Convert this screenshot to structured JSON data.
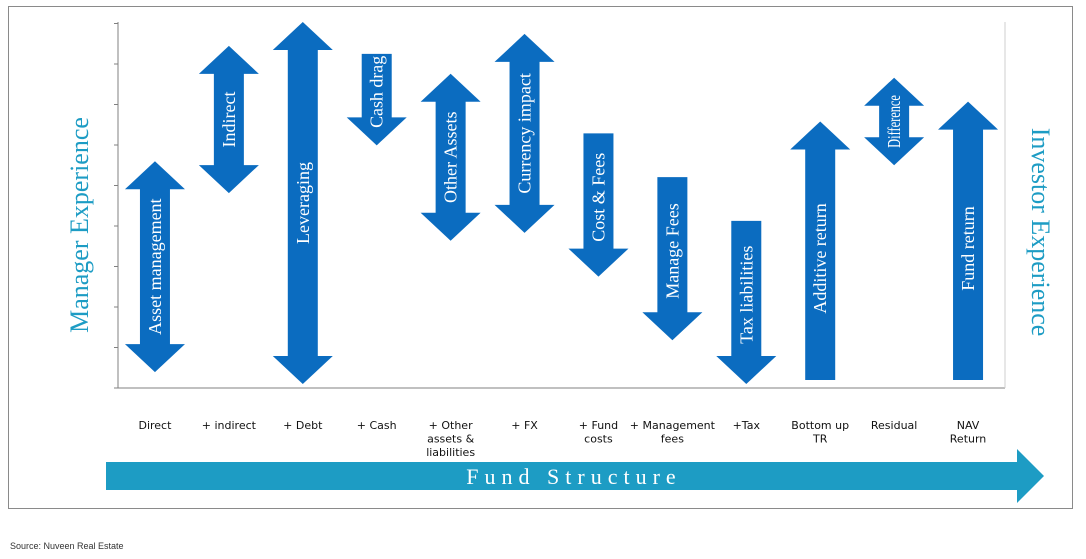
{
  "chart_data": {
    "type": "bar",
    "y_axis": "unlabeled (no tick labels)",
    "grid": false,
    "categories": [
      "Direct",
      "+ indirect",
      "+ Debt",
      "+ Cash",
      "+ Other assets & liabilities",
      "+ FX",
      "+ Fund costs",
      "+ Management fees",
      "+Tax",
      "Bottom up TR",
      "Residual",
      "NAV Return"
    ],
    "category_lines": [
      [
        "Direct"
      ],
      [
        "+ indirect"
      ],
      [
        "+ Debt"
      ],
      [
        "+ Cash"
      ],
      [
        "+ Other",
        "assets &",
        "liabilities"
      ],
      [
        "+ FX"
      ],
      [
        "+ Fund",
        "costs"
      ],
      [
        "+ Management",
        "fees"
      ],
      [
        "+Tax"
      ],
      [
        "Bottom up",
        "TR"
      ],
      [
        "Residual"
      ],
      [
        "NAV",
        "Return"
      ]
    ],
    "arrows": [
      {
        "category": "Direct",
        "label": "Asset management",
        "from": 0.4,
        "to": 5.7,
        "direction": "both"
      },
      {
        "category": "+ indirect",
        "label": "Indirect",
        "from": 4.9,
        "to": 8.6,
        "direction": "both"
      },
      {
        "category": "+ Debt",
        "label": "Leveraging",
        "from": 0.1,
        "to": 9.2,
        "direction": "both"
      },
      {
        "category": "+ Cash",
        "label": "Cash drag",
        "from": 8.4,
        "to": 6.1,
        "direction": "down"
      },
      {
        "category": "+ Other assets & liabilities",
        "label": "Other Assets",
        "from": 3.7,
        "to": 7.9,
        "direction": "both"
      },
      {
        "category": "+ FX",
        "label": "Currency impact",
        "from": 3.9,
        "to": 8.9,
        "direction": "both"
      },
      {
        "category": "+ Fund costs",
        "label": "Cost & Fees",
        "from": 6.4,
        "to": 2.8,
        "direction": "down"
      },
      {
        "category": "+ Management fees",
        "label": "Manage Fees",
        "from": 5.3,
        "to": 1.2,
        "direction": "down"
      },
      {
        "category": "+Tax",
        "label": "Tax liabilities",
        "from": 4.2,
        "to": 0.1,
        "direction": "down"
      },
      {
        "category": "Bottom up TR",
        "label": "Additive return",
        "from": 0.2,
        "to": 6.7,
        "direction": "up"
      },
      {
        "category": "Residual",
        "label": "Difference",
        "from": 5.6,
        "to": 7.8,
        "direction": "both"
      },
      {
        "category": "NAV Return",
        "label": "Fund return",
        "from": 0.2,
        "to": 7.2,
        "direction": "up"
      }
    ],
    "left_label": "Manager Experience",
    "right_label": "Investor Experience",
    "bottom_label": "Fund Structure",
    "source": "Source: Nuveen Real Estate",
    "colors": {
      "arrow": "#0b6cc0",
      "teal": "#1d9cc4",
      "axis": "#808080"
    }
  }
}
